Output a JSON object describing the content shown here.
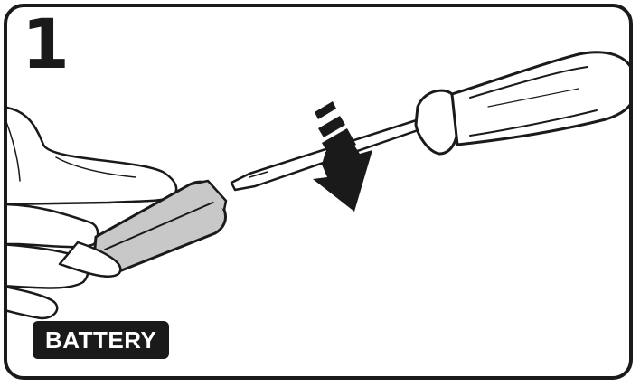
{
  "step": {
    "number": "1"
  },
  "badge": {
    "label": "BATTERY"
  },
  "colors": {
    "outline": "#1a1a1a",
    "battery_fill": "#c8c8c8",
    "arrow": "#1a1a1a",
    "background": "#ffffff"
  },
  "icons": [
    "hand",
    "screwdriver",
    "battery",
    "press-down-arrow"
  ]
}
